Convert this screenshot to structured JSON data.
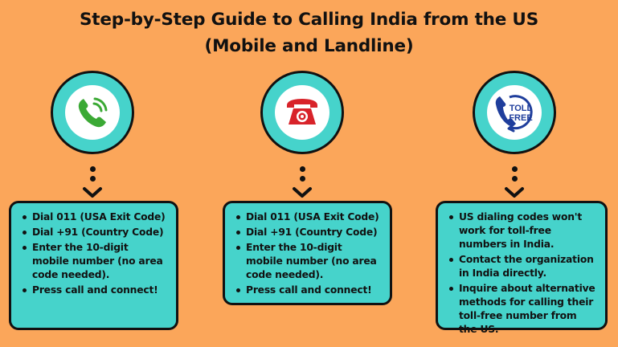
{
  "title": {
    "line1": "Step-by-Step Guide to Calling India from the US",
    "line2": "(Mobile and Landline)"
  },
  "columns": [
    {
      "icon": "mobile-phone-icon",
      "items": [
        "Dial 011 (USA Exit Code)",
        "Dial +91 (Country Code)",
        "Enter the 10-digit mobile number (no area code needed).",
        "Press call and connect!"
      ]
    },
    {
      "icon": "landline-phone-icon",
      "items": [
        "Dial 011 (USA Exit Code)",
        "Dial +91 (Country Code)",
        "Enter the 10-digit mobile number (no area code needed).",
        "Press call and connect!"
      ]
    },
    {
      "icon": "toll-free-icon",
      "icon_text": [
        "TOLL",
        "FREE"
      ],
      "items": [
        "US dialing codes won't work for toll-free numbers in India.",
        "Contact the organization in India directly.",
        "Inquire about alternative methods for calling their toll-free number from the US."
      ]
    }
  ],
  "colors": {
    "background": "#FBA65A",
    "teal": "#46D3CB",
    "mobile_green": "#3BA935",
    "landline_red": "#D8232A",
    "tollfree_blue": "#1F3E9C"
  }
}
